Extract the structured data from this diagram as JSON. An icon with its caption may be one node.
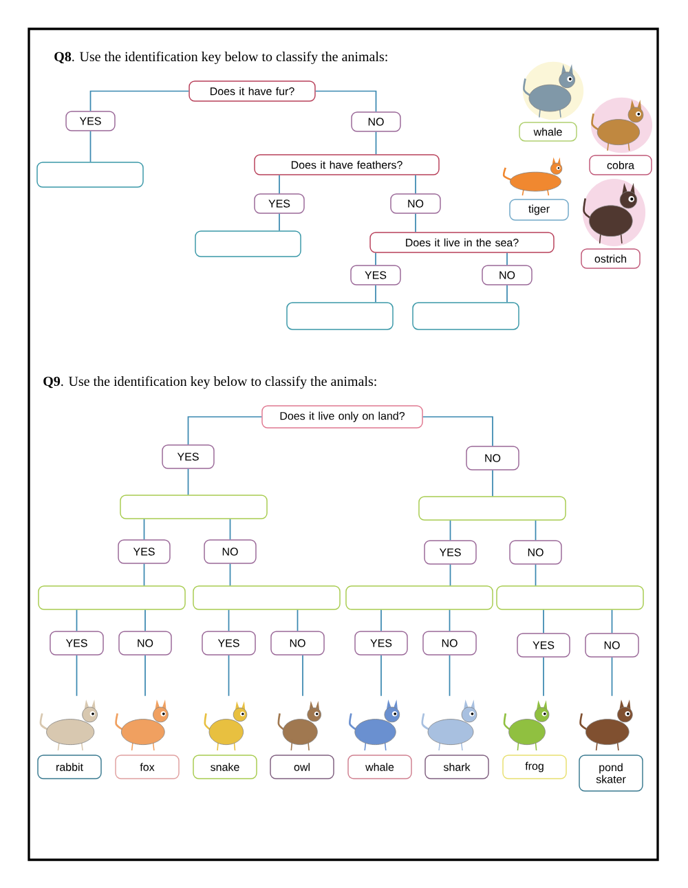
{
  "diagram": {
    "nodes": [
      {
        "text": [
          "Does it have fur?"
        ]
      },
      {
        "text": [
          "YES"
        ]
      },
      {
        "text": [
          "NO"
        ]
      },
      {
        "text": [],
        "shape": "box"
      },
      {
        "text": [
          "Does it have feathers?"
        ]
      },
      {
        "text": [
          "YES"
        ]
      },
      {
        "text": [
          "NO"
        ]
      },
      {
        "text": [],
        "shape": "box"
      },
      {
        "text": [
          "Does it live in the sea?"
        ]
      },
      {
        "text": [
          "YES"
        ]
      },
      {
        "text": [
          "NO"
        ]
      },
      {
        "text": [],
        "shape": "box"
      },
      {
        "text": [],
        "shape": "box"
      },
      {
        "text": [
          "whale"
        ]
      },
      {
        "text": [
          "cobra"
        ]
      },
      {
        "text": [
          "tiger"
        ]
      },
      {
        "text": [
          "ostrich"
        ]
      },
      {
        "text": [
          "Does it live only on land?"
        ]
      },
      {
        "text": [
          "YES"
        ]
      },
      {
        "text": [
          "NO"
        ]
      },
      {
        "text": [],
        "shape": "box"
      },
      {
        "text": [],
        "shape": "box"
      },
      {
        "text": [
          "YES"
        ]
      },
      {
        "text": [
          "NO"
        ]
      },
      {
        "text": [
          "YES"
        ]
      },
      {
        "text": [
          "NO"
        ]
      },
      {
        "text": [],
        "shape": "box"
      },
      {
        "text": [],
        "shape": "box"
      },
      {
        "text": [],
        "shape": "box"
      },
      {
        "text": [],
        "shape": "box"
      },
      {
        "text": [
          "YES"
        ]
      },
      {
        "text": [
          "NO"
        ]
      },
      {
        "text": [
          "YES"
        ]
      },
      {
        "text": [
          "NO"
        ]
      },
      {
        "text": [
          "YES"
        ]
      },
      {
        "text": [
          "NO"
        ]
      },
      {
        "text": [
          "YES"
        ]
      },
      {
        "text": [
          "NO"
        ]
      },
      {
        "text": [],
        "shape": "picture"
      },
      {
        "text": [],
        "shape": "picture"
      },
      {
        "text": [],
        "shape": "picture"
      },
      {
        "text": [],
        "shape": "picture"
      },
      {
        "text": [],
        "shape": "picture"
      },
      {
        "text": [],
        "shape": "picture"
      },
      {
        "text": [],
        "shape": "picture"
      },
      {
        "text": [],
        "shape": "picture"
      },
      {
        "text": [
          "rabbit"
        ]
      },
      {
        "text": [
          "fox"
        ]
      },
      {
        "text": [
          "snake"
        ]
      },
      {
        "text": [
          "owl"
        ]
      },
      {
        "text": [
          "whale"
        ]
      },
      {
        "text": [
          "shark"
        ]
      },
      {
        "text": [
          "frog"
        ]
      },
      {
        "text": [
          "pond skater"
        ]
      }
    ],
    "edges": [
      {
        "from": 0,
        "to": 1,
        "arrow": "none"
      },
      {
        "from": 0,
        "to": 2,
        "arrow": "none"
      },
      {
        "from": 1,
        "to": 3,
        "arrow": "none"
      },
      {
        "from": 2,
        "to": 4,
        "arrow": "none"
      },
      {
        "from": 4,
        "to": 5,
        "arrow": "none"
      },
      {
        "from": 4,
        "to": 6,
        "arrow": "none"
      },
      {
        "from": 5,
        "to": 7,
        "arrow": "none"
      },
      {
        "from": 6,
        "to": 8,
        "arrow": "none"
      },
      {
        "from": 8,
        "to": 9,
        "arrow": "none"
      },
      {
        "from": 8,
        "to": 10,
        "arrow": "none"
      },
      {
        "from": 9,
        "to": 11,
        "arrow": "none"
      },
      {
        "from": 10,
        "to": 12,
        "arrow": "none"
      },
      {
        "from": 17,
        "to": 18,
        "arrow": "none"
      },
      {
        "from": 17,
        "to": 19,
        "arrow": "none"
      },
      {
        "from": 18,
        "to": 20,
        "arrow": "none"
      },
      {
        "from": 19,
        "to": 21,
        "arrow": "none"
      },
      {
        "from": 20,
        "to": 22,
        "arrow": "none"
      },
      {
        "from": 20,
        "to": 23,
        "arrow": "none"
      },
      {
        "from": 21,
        "to": 24,
        "arrow": "none"
      },
      {
        "from": 21,
        "to": 25,
        "arrow": "none"
      },
      {
        "from": 22,
        "to": 26,
        "arrow": "none"
      },
      {
        "from": 23,
        "to": 27,
        "arrow": "none"
      },
      {
        "from": 24,
        "to": 28,
        "arrow": "none"
      },
      {
        "from": 25,
        "to": 29,
        "arrow": "none"
      },
      {
        "from": 26,
        "to": 30,
        "arrow": "none"
      },
      {
        "from": 26,
        "to": 31,
        "arrow": "none"
      },
      {
        "from": 27,
        "to": 32,
        "arrow": "none"
      },
      {
        "from": 27,
        "to": 33,
        "arrow": "none"
      },
      {
        "from": 28,
        "to": 34,
        "arrow": "none"
      },
      {
        "from": 28,
        "to": 35,
        "arrow": "none"
      },
      {
        "from": 29,
        "to": 36,
        "arrow": "none"
      },
      {
        "from": 29,
        "to": 37,
        "arrow": "none"
      },
      {
        "from": 30,
        "to": 38,
        "arrow": "none"
      },
      {
        "from": 31,
        "to": 39,
        "arrow": "none"
      },
      {
        "from": 32,
        "to": 40,
        "arrow": "none"
      },
      {
        "from": 33,
        "to": 41,
        "arrow": "none"
      },
      {
        "from": 34,
        "to": 42,
        "arrow": "none"
      },
      {
        "from": 35,
        "to": 43,
        "arrow": "none"
      },
      {
        "from": 36,
        "to": 44,
        "arrow": "none"
      },
      {
        "from": 37,
        "to": 45,
        "arrow": "none"
      }
    ],
    "labels": [
      "**Q8**. Use the identification key below to classify the animals:",
      "**Q9**. Use the identification key below to classify the animals:"
    ]
  }
}
